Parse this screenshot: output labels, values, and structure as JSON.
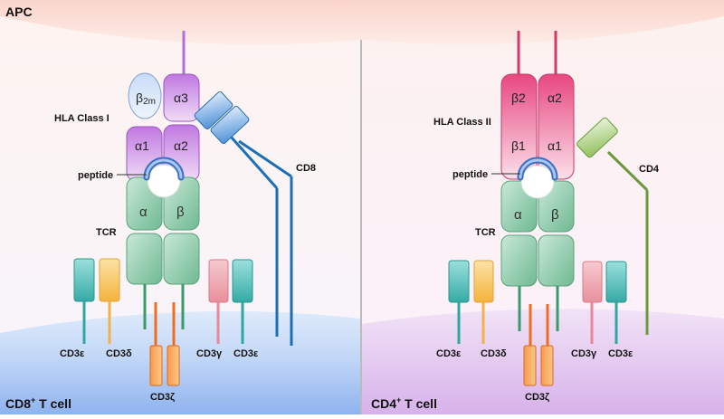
{
  "apc_label": "APC",
  "left_panel": {
    "cell_label": "CD8",
    "cell_label_sup": "+",
    "cell_label_suffix": " T cell",
    "hla_label": "HLA Class I",
    "b2m_main": "β",
    "b2m_sub": "2m",
    "alpha3": "α3",
    "alpha1": "α1",
    "alpha2": "α2",
    "peptide_label": "peptide",
    "tcr_label": "TCR",
    "tcr_alpha": "α",
    "tcr_beta": "β",
    "coreceptor_label": "CD8",
    "cd3e_left": "CD3ε",
    "cd3d": "CD3δ",
    "cd3z": "CD3ζ",
    "cd3g": "CD3γ",
    "cd3e_right": "CD3ε"
  },
  "right_panel": {
    "cell_label": "CD4",
    "cell_label_sup": "+",
    "cell_label_suffix": " T cell",
    "hla_label": "HLA Class II",
    "beta2": "β2",
    "alpha2": "α2",
    "beta1": "β1",
    "alpha1": "α1",
    "peptide_label": "peptide",
    "tcr_label": "TCR",
    "tcr_alpha": "α",
    "tcr_beta": "β",
    "coreceptor_label": "CD4",
    "cd3e_left": "CD3ε",
    "cd3d": "CD3δ",
    "cd3z": "CD3ζ",
    "cd3g": "CD3γ",
    "cd3e_right": "CD3ε"
  },
  "colors": {
    "apc_membrane": "#fbd9d0",
    "cd8_cell": "#9fc0f2",
    "cd4_cell": "#e2c6ef",
    "tcr_green": "#7fc3a4",
    "cd3e_teal": "#3ab5b0",
    "cd3d_yellow": "#f5bc4f",
    "cd3z_orange": "#f07a2c",
    "cd3g_pink": "#e88a98",
    "class1_purple": "#c47de0",
    "class2_pink": "#e8477f",
    "cd8_blue": "#2a7bc0",
    "cd4_green": "#7ba546",
    "peptide_blue": "#5a8fe0"
  }
}
